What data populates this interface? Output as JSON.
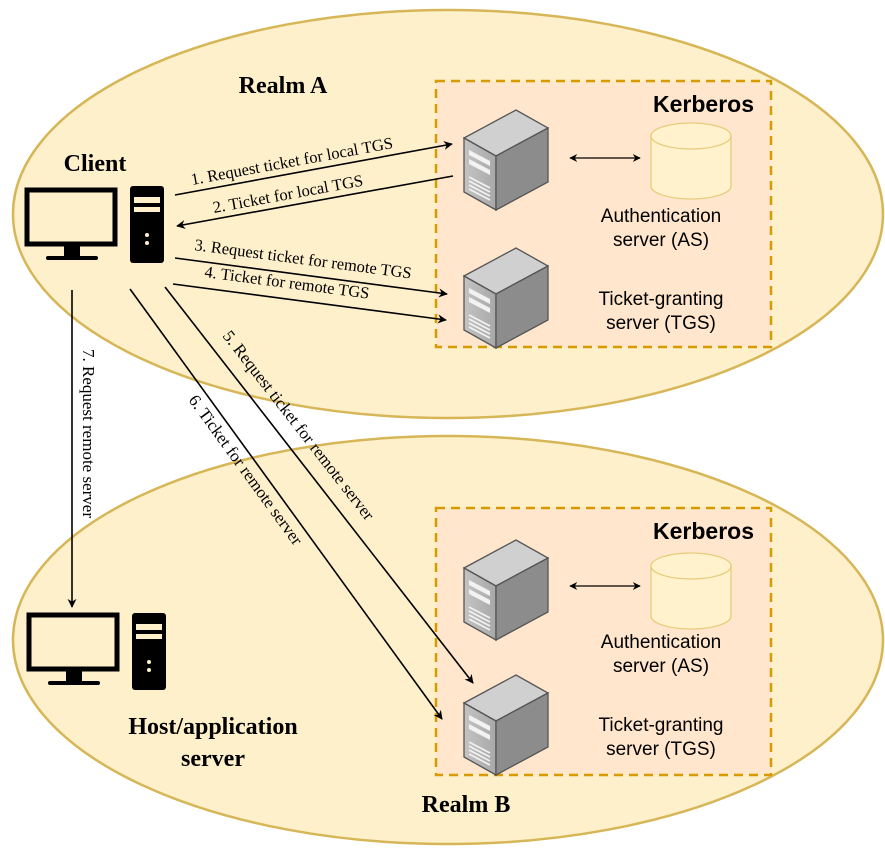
{
  "colors": {
    "realm_fill": "#fff0cc",
    "realm_stroke": "#d6b656",
    "kerberos_fill": "#ffe6cc",
    "kerberos_stroke": "#d79b00",
    "db_fill": "#fff2cc",
    "db_stroke": "#e6cc7a",
    "arrow": "#000000",
    "text": "#000000"
  },
  "realm_a": {
    "title": "Realm A",
    "client_label": "Client",
    "kerberos": {
      "title": "Kerberos",
      "as_label_line1": "Authentication",
      "as_label_line2": "server (AS)",
      "tgs_label_line1": "Ticket-granting",
      "tgs_label_line2": "server (TGS)"
    }
  },
  "realm_b": {
    "title": "Realm B",
    "host_label_line1": "Host/application",
    "host_label_line2": "server",
    "kerberos": {
      "title": "Kerberos",
      "as_label_line1": "Authentication",
      "as_label_line2": "server (AS)",
      "tgs_label_line1": "Ticket-granting",
      "tgs_label_line2": "server (TGS)"
    }
  },
  "messages": [
    {
      "step": 1,
      "label": "1. Request ticket for local TGS",
      "from": "client",
      "to": "realm_a_as"
    },
    {
      "step": 2,
      "label": "2. Ticket for local TGS",
      "from": "realm_a_as",
      "to": "client"
    },
    {
      "step": 3,
      "label": "3. Request ticket for remote TGS",
      "from": "client",
      "to": "realm_a_tgs"
    },
    {
      "step": 4,
      "label": "4. Ticket for remote TGS",
      "from": "client",
      "to": "realm_a_tgs"
    },
    {
      "step": 5,
      "label": "5. Request ticket for remote server",
      "from": "client",
      "to": "realm_b_tgs"
    },
    {
      "step": 6,
      "label": "6. Ticket for remote server",
      "from": "client",
      "to": "realm_b_tgs"
    },
    {
      "step": 7,
      "label": "7. Request remote server",
      "from": "client",
      "to": "host_server"
    }
  ]
}
